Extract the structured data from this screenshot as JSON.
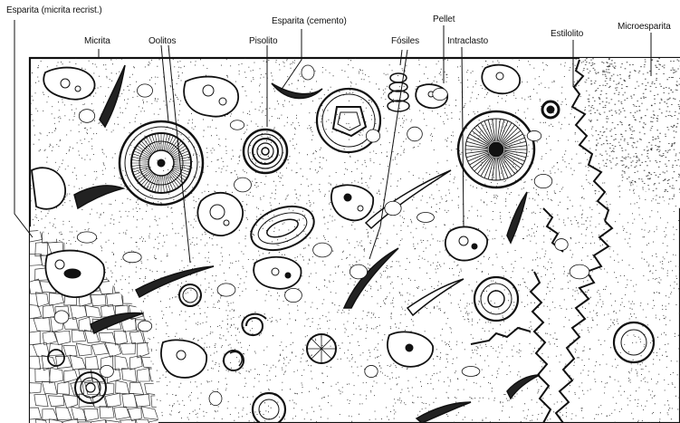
{
  "labels": {
    "esparita_recrist": "Esparita (micrita recrist.)",
    "micrita": "Micrita",
    "oolitos": "Oolitos",
    "pisolito": "Pisolito",
    "esparita_cemento": "Esparita (cemento)",
    "pellet": "Pellet",
    "fosiles": "Fósiles",
    "intraclasto": "Intraclasto",
    "estilolito": "Estilolito",
    "microesparita": "Microesparita"
  },
  "colors": {
    "ink": "#111111",
    "paper": "#ffffff"
  }
}
